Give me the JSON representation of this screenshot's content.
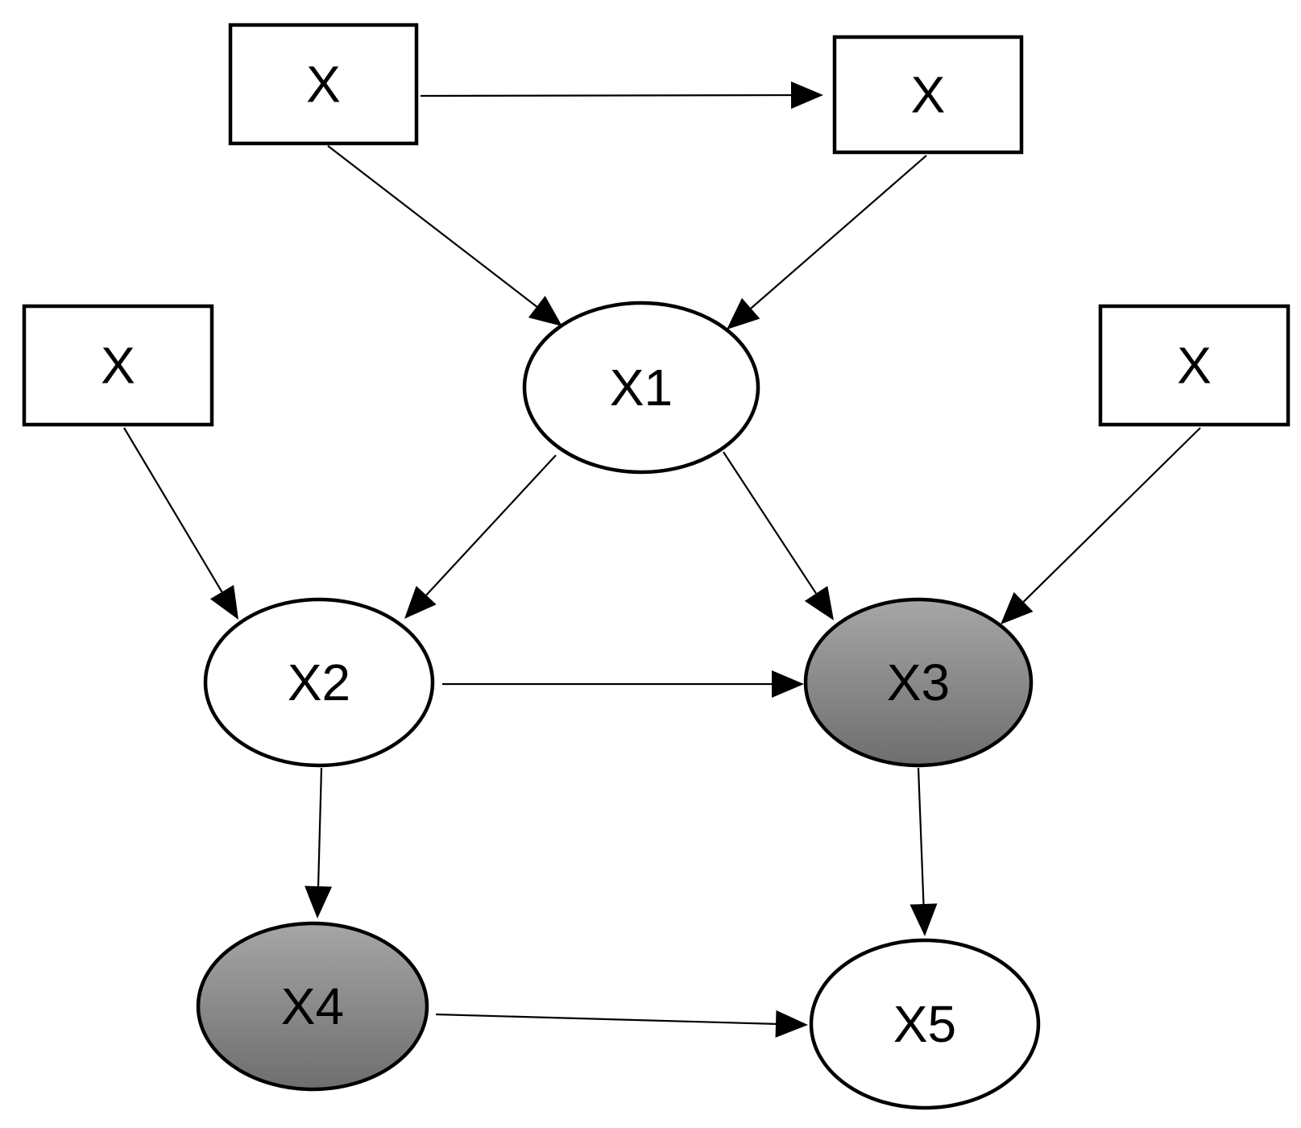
{
  "diagram": {
    "input_boxes": [
      {
        "id": "in-top-left",
        "label": "X"
      },
      {
        "id": "in-top-right",
        "label": "X"
      },
      {
        "id": "in-mid-left",
        "label": "X"
      },
      {
        "id": "in-mid-right",
        "label": "X"
      }
    ],
    "nodes": [
      {
        "id": "x1",
        "label": "X1",
        "shaded": false
      },
      {
        "id": "x2",
        "label": "X2",
        "shaded": false
      },
      {
        "id": "x3",
        "label": "X3",
        "shaded": true
      },
      {
        "id": "x4",
        "label": "X4",
        "shaded": true
      },
      {
        "id": "x5",
        "label": "X5",
        "shaded": false
      }
    ],
    "edges": [
      {
        "from": "in-top-left",
        "to": "in-top-right"
      },
      {
        "from": "in-top-left",
        "to": "x1"
      },
      {
        "from": "in-top-right",
        "to": "x1"
      },
      {
        "from": "in-mid-left",
        "to": "x2"
      },
      {
        "from": "in-mid-right",
        "to": "x3"
      },
      {
        "from": "x1",
        "to": "x2"
      },
      {
        "from": "x1",
        "to": "x3"
      },
      {
        "from": "x2",
        "to": "x3"
      },
      {
        "from": "x2",
        "to": "x4"
      },
      {
        "from": "x3",
        "to": "x5"
      },
      {
        "from": "x4",
        "to": "x5"
      }
    ],
    "colors": {
      "shaded_fill_top": "#a6a6a6",
      "shaded_fill_bottom": "#6e6e6e",
      "unshaded_fill": "#ffffff",
      "stroke": "#000000"
    }
  }
}
